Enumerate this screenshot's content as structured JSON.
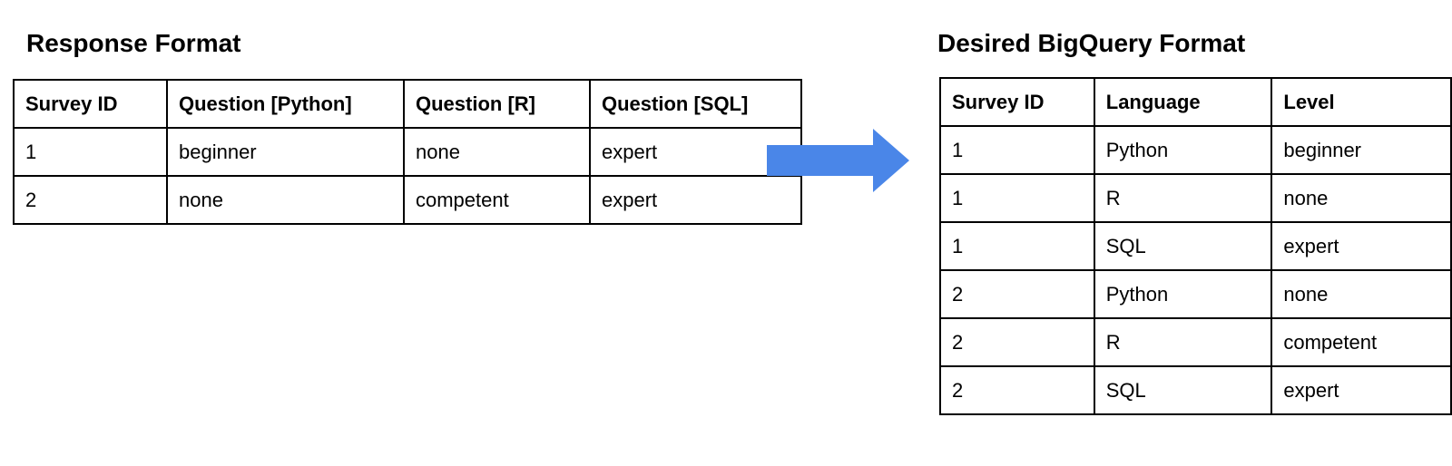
{
  "colors": {
    "arrow": "#4a86e8",
    "table_border": "#000000",
    "text": "#000000",
    "background": "#ffffff"
  },
  "left_section": {
    "title": "Response Format",
    "table": {
      "headers": [
        "Survey ID",
        "Question [Python]",
        "Question [R]",
        "Question [SQL]"
      ],
      "rows": [
        [
          "1",
          "beginner",
          "none",
          "expert"
        ],
        [
          "2",
          "none",
          "competent",
          "expert"
        ]
      ]
    }
  },
  "right_section": {
    "title": "Desired BigQuery Format",
    "table": {
      "headers": [
        "Survey ID",
        "Language",
        "Level"
      ],
      "rows": [
        [
          "1",
          "Python",
          "beginner"
        ],
        [
          "1",
          "R",
          "none"
        ],
        [
          "1",
          "SQL",
          "expert"
        ],
        [
          "2",
          "Python",
          "none"
        ],
        [
          "2",
          "R",
          "competent"
        ],
        [
          "2",
          "SQL",
          "expert"
        ]
      ]
    }
  }
}
